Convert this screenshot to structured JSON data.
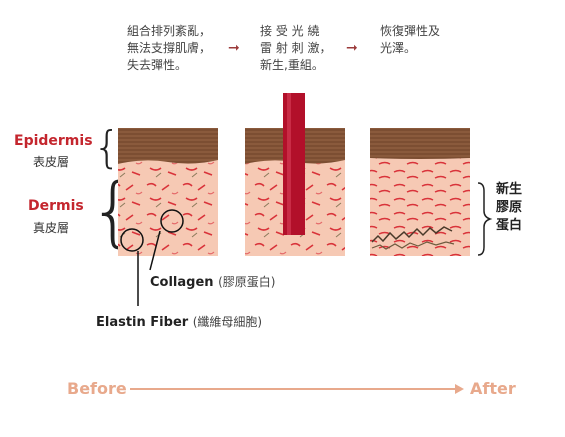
{
  "steps": [
    {
      "text": "組合排列紊亂，\n無法支撐肌膚，\n失去彈性。"
    },
    {
      "text": "接 受 光 繞\n雷 射 刺 激，\n新生,重組。"
    },
    {
      "text": "恢復彈性及\n光澤。"
    }
  ],
  "step_arrow": "➞",
  "layers": {
    "epidermis": {
      "title": "Epidermis",
      "subtitle": "表皮層"
    },
    "dermis": {
      "title": "Dermis",
      "subtitle": "真皮層"
    }
  },
  "callouts": {
    "collagen": {
      "name": "Collagen",
      "cn": "(膠原蛋白)"
    },
    "elastin": {
      "name": "Elastin Fiber",
      "cn": "(纖維母細胞)"
    }
  },
  "new_collagen": [
    "新生",
    "膠原",
    "蛋白"
  ],
  "timeline": {
    "start": "Before",
    "end": "After"
  },
  "colors": {
    "epidermis": "#8a5a3c",
    "dermis": "#f6c9b4",
    "collagen_fiber": "#d9333a",
    "laser": "#b2102a",
    "accent_text": "#c4262e",
    "timeline": "#e8a98c"
  }
}
